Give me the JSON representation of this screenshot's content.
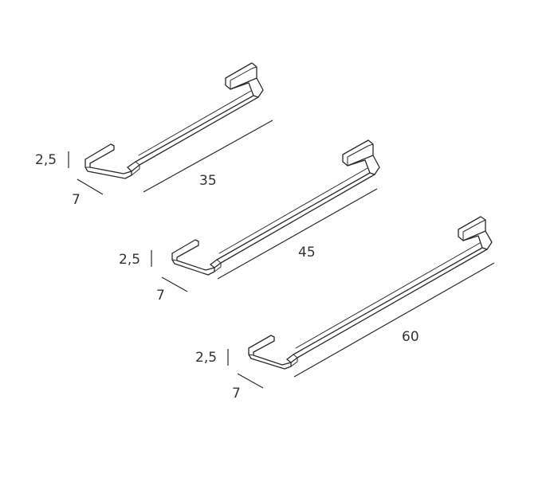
{
  "towel_bars": [
    {
      "length_label": "35",
      "height_label": "2,5",
      "depth_label": "7"
    },
    {
      "length_label": "45",
      "height_label": "2,5",
      "depth_label": "7"
    },
    {
      "length_label": "60",
      "height_label": "2,5",
      "depth_label": "7"
    }
  ],
  "colors": {
    "line": "#2a2a2a",
    "text": "#333333",
    "background": "#ffffff"
  }
}
